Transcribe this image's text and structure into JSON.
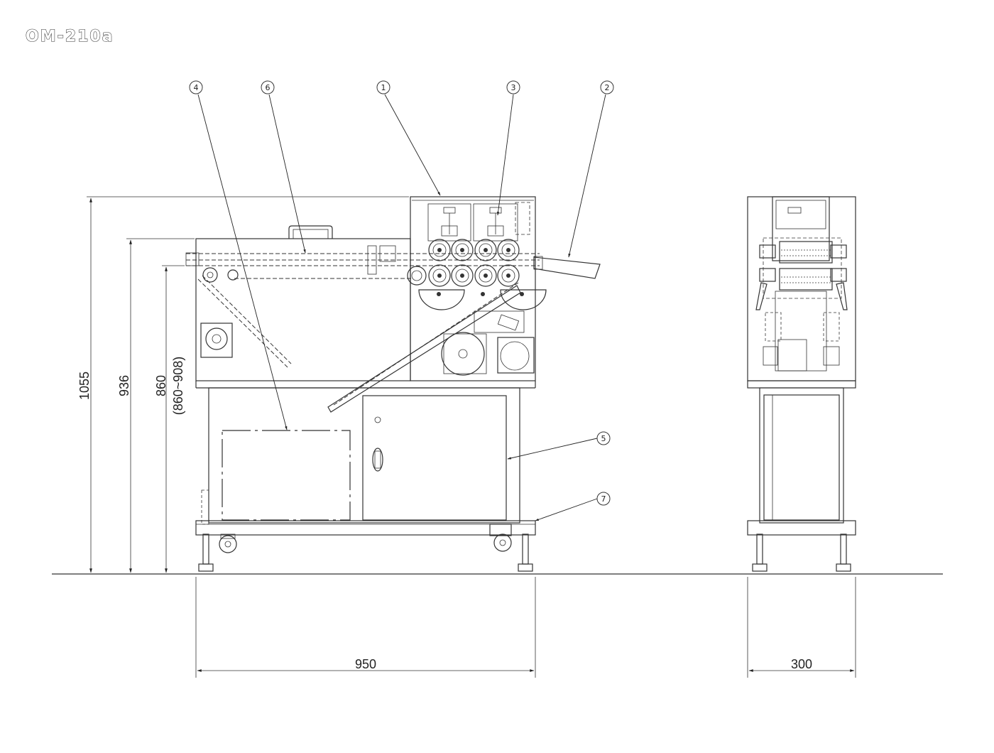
{
  "drawing": {
    "model_title": "OM-210a",
    "callouts": {
      "c1": "1",
      "c2": "2",
      "c3": "3",
      "c4": "4",
      "c5": "5",
      "c6": "6",
      "c7": "7"
    },
    "dimensions": {
      "total_height": "1055",
      "body_height": "936",
      "table_height": "860",
      "table_height_range": "(860~908)",
      "front_width": "950",
      "side_width": "300"
    }
  }
}
